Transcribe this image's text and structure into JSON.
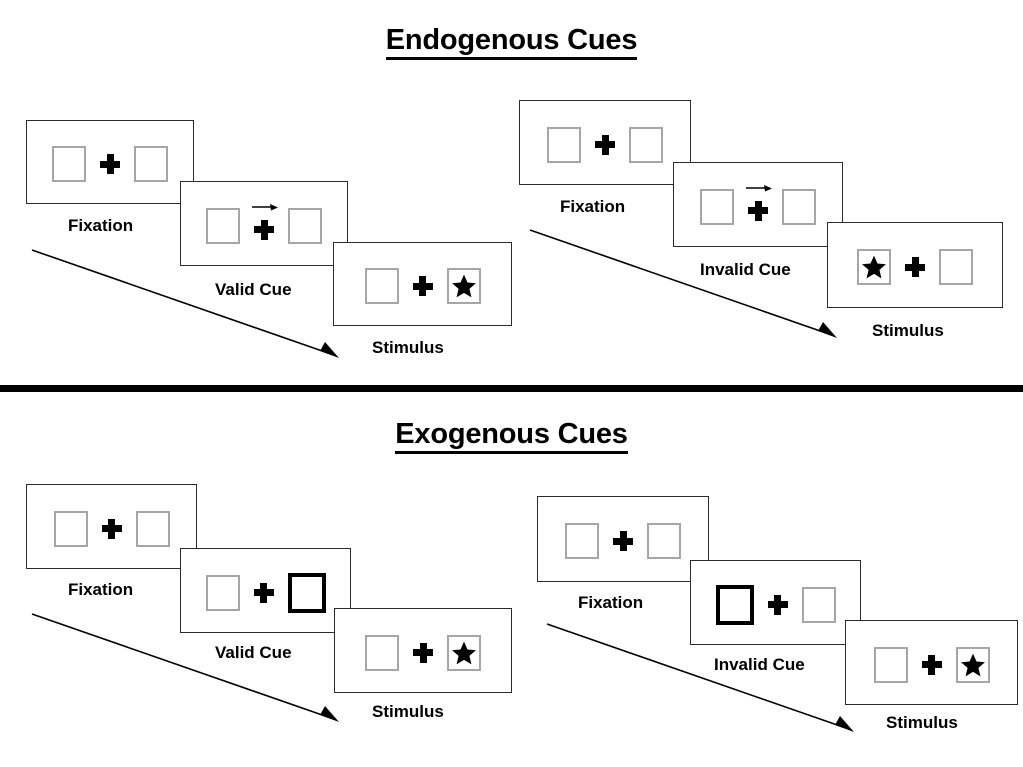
{
  "figure": {
    "type": "diagram",
    "description": "Spatial cueing paradigm trial sequences for endogenous and exogenous cues"
  },
  "sections": [
    {
      "id": "endogenous",
      "title": "Endogenous Cues",
      "columns": [
        {
          "id": "endogenous-valid",
          "condition": "valid",
          "panels": [
            {
              "label": "Fixation",
              "left_box": {
                "content": "empty",
                "cued": false
              },
              "center": {
                "fixation_cross": true,
                "arrow": "none"
              },
              "right_box": {
                "content": "empty",
                "cued": false
              }
            },
            {
              "label": "Valid Cue",
              "left_box": {
                "content": "empty",
                "cued": false
              },
              "center": {
                "fixation_cross": true,
                "arrow": "right"
              },
              "right_box": {
                "content": "empty",
                "cued": false
              }
            },
            {
              "label": "Stimulus",
              "left_box": {
                "content": "empty",
                "cued": false
              },
              "center": {
                "fixation_cross": true,
                "arrow": "none"
              },
              "right_box": {
                "content": "star",
                "cued": false
              }
            }
          ]
        },
        {
          "id": "endogenous-invalid",
          "condition": "invalid",
          "panels": [
            {
              "label": "Fixation",
              "left_box": {
                "content": "empty",
                "cued": false
              },
              "center": {
                "fixation_cross": true,
                "arrow": "none"
              },
              "right_box": {
                "content": "empty",
                "cued": false
              }
            },
            {
              "label": "Invalid Cue",
              "left_box": {
                "content": "empty",
                "cued": false
              },
              "center": {
                "fixation_cross": true,
                "arrow": "right"
              },
              "right_box": {
                "content": "empty",
                "cued": false
              }
            },
            {
              "label": "Stimulus",
              "left_box": {
                "content": "star",
                "cued": false
              },
              "center": {
                "fixation_cross": true,
                "arrow": "none"
              },
              "right_box": {
                "content": "empty",
                "cued": false
              }
            }
          ]
        }
      ]
    },
    {
      "id": "exogenous",
      "title": "Exogenous Cues",
      "columns": [
        {
          "id": "exogenous-valid",
          "condition": "valid",
          "panels": [
            {
              "label": "Fixation",
              "left_box": {
                "content": "empty",
                "cued": false
              },
              "center": {
                "fixation_cross": true,
                "arrow": "none"
              },
              "right_box": {
                "content": "empty",
                "cued": false
              }
            },
            {
              "label": "Valid Cue",
              "left_box": {
                "content": "empty",
                "cued": false
              },
              "center": {
                "fixation_cross": true,
                "arrow": "none"
              },
              "right_box": {
                "content": "empty",
                "cued": true
              }
            },
            {
              "label": "Stimulus",
              "left_box": {
                "content": "empty",
                "cued": false
              },
              "center": {
                "fixation_cross": true,
                "arrow": "none"
              },
              "right_box": {
                "content": "star",
                "cued": false
              }
            }
          ]
        },
        {
          "id": "exogenous-invalid",
          "condition": "invalid",
          "panels": [
            {
              "label": "Fixation",
              "left_box": {
                "content": "empty",
                "cued": false
              },
              "center": {
                "fixation_cross": true,
                "arrow": "none"
              },
              "right_box": {
                "content": "empty",
                "cued": false
              }
            },
            {
              "label": "Invalid Cue",
              "left_box": {
                "content": "empty",
                "cued": true
              },
              "center": {
                "fixation_cross": true,
                "arrow": "none"
              },
              "right_box": {
                "content": "empty",
                "cued": false
              }
            },
            {
              "label": "Stimulus",
              "left_box": {
                "content": "empty",
                "cued": false
              },
              "center": {
                "fixation_cross": true,
                "arrow": "none"
              },
              "right_box": {
                "content": "star",
                "cued": false
              }
            }
          ]
        }
      ]
    }
  ],
  "colors": {
    "ink": "#000000",
    "frame_border": "#2b2b2b",
    "box_border": "#a6a6a6",
    "cued_box_border": "#000000",
    "background": "#ffffff"
  },
  "icons": {
    "fixation_cross": "plus-icon",
    "target": "star-icon",
    "cue_arrow": "arrow-right-icon",
    "sequence_arrow": "diagonal-arrow-icon"
  }
}
